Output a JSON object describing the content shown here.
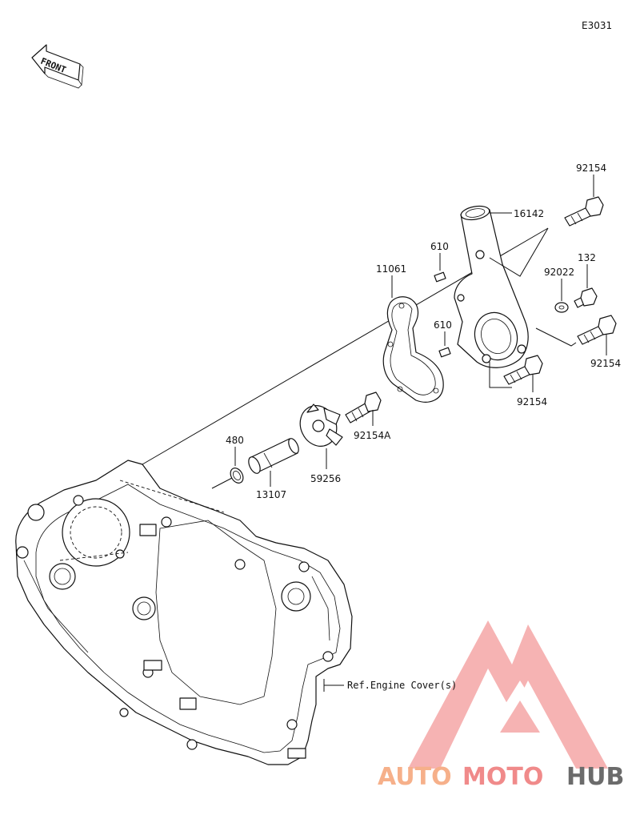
{
  "diagram_code": "E3031",
  "front_label": "FRONT",
  "callouts": {
    "p92154_top": "92154",
    "p16142": "16142",
    "p610_top": "610",
    "p11061": "11061",
    "p92022": "92022",
    "p132": "132",
    "p610_mid": "610",
    "p92154_right": "92154",
    "p92154_bottom": "92154",
    "p92154A": "92154A",
    "p480": "480",
    "p59256": "59256",
    "p13107": "13107"
  },
  "ref_label": "Ref.Engine Cover(s)",
  "watermark": {
    "part1": "AUTO",
    "part2": "MOTO",
    "part3": "HUB",
    "color_light": "#f6b08a",
    "color_mid": "#f08a8a",
    "color_dark": "#6b6b6b"
  }
}
